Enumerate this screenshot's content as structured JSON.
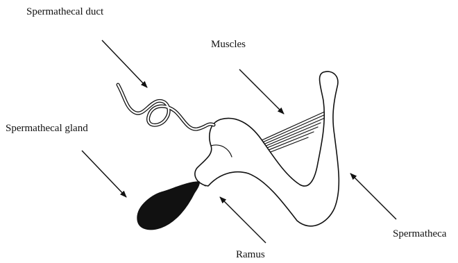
{
  "labels": {
    "spermathecal_duct": "Spermathecal duct",
    "muscles": "Muscles",
    "spermathecal_gland": "Spermathecal gland",
    "spermatheca": "Spermatheca",
    "ramus": "Ramus"
  },
  "colors": {
    "ink": "#111111",
    "background": "#ffffff"
  }
}
